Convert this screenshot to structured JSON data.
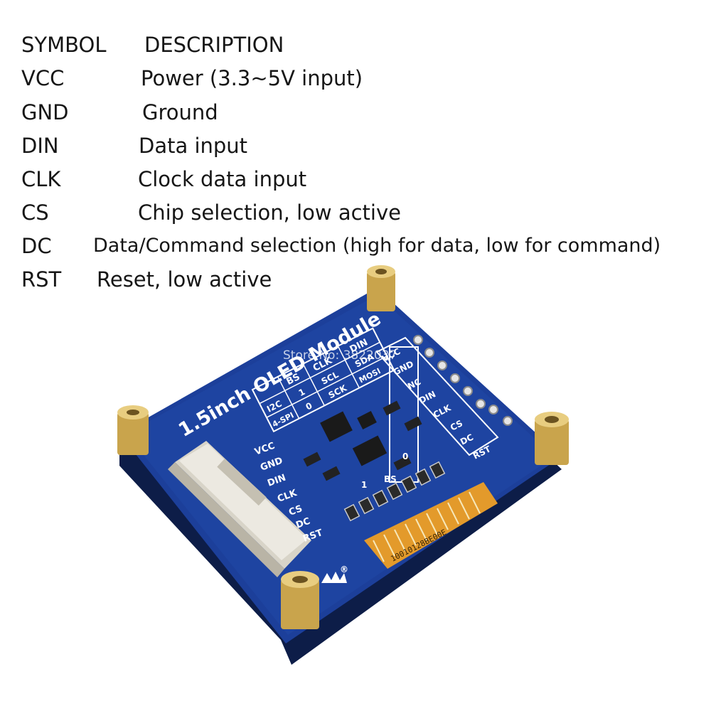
{
  "pin_table": {
    "header": {
      "symbol": "SYMBOL",
      "description": "DESCRIPTION"
    },
    "rows": [
      {
        "symbol": "VCC",
        "description": "Power (3.3~5V input)"
      },
      {
        "symbol": "GND",
        "description": "Ground"
      },
      {
        "symbol": "DIN",
        "description": "Data input"
      },
      {
        "symbol": "CLK",
        "description": "Clock data input"
      },
      {
        "symbol": "CS",
        "description": "Chip selection, low active"
      },
      {
        "symbol": "DC",
        "description": "Data/Command selection (high for data, low for command)"
      },
      {
        "symbol": "RST",
        "description": "Reset, low active"
      }
    ]
  },
  "board": {
    "title": "1.5inch OLED Module",
    "watermark": "Store No: 3822037",
    "connector_pins": [
      "VCC",
      "GND",
      "DIN",
      "CLK",
      "CS",
      "DC",
      "RST"
    ],
    "header_pins": [
      "VCC",
      "GND",
      "NC",
      "DIN",
      "CLK",
      "CS",
      "DC",
      "RST"
    ],
    "bs_table": {
      "headers": [
        "BS",
        "CLK",
        "DIN"
      ],
      "rows": [
        [
          "I2C",
          "1",
          "SCL",
          "SDA"
        ],
        [
          "4-SPI",
          "0",
          "SCK",
          "MOSI"
        ]
      ]
    },
    "bs_label": "BS",
    "bs_options": [
      "1",
      "0"
    ],
    "flex_code": "10010128BE00E",
    "registered_mark": "®",
    "colors": {
      "pcb": "#1c3f9a",
      "standoff": "#c9a44c",
      "connector": "#ece9e1",
      "flex": "#e39a2b"
    }
  }
}
